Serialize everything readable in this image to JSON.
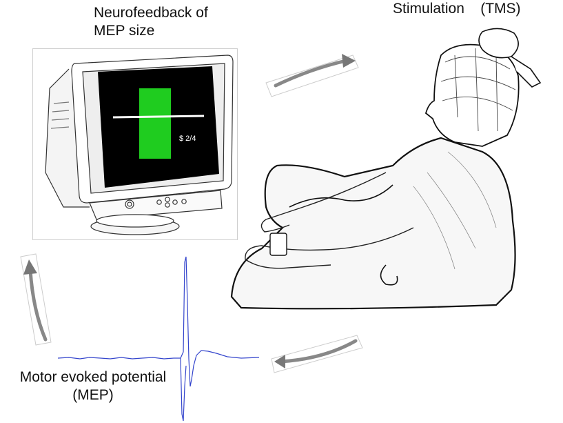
{
  "labels": {
    "title_line1": "Neurofeedback of",
    "title_line2": "MEP size",
    "stimulation": "Stimulation    (TMS)",
    "mep_line1": "Motor evoked potential",
    "mep_line2": "(MEP)"
  },
  "monitor": {
    "reward_text": "$ 2/4",
    "bar_color": "#1fcc1f",
    "screen_color": "#000000",
    "threshold_line_color": "#ffffff"
  },
  "trace": {
    "color": "#3344cc"
  },
  "icons": [
    "arrow-right-icon",
    "arrow-up-icon",
    "arrow-left-icon",
    "monitor-icon",
    "subject-illustration"
  ]
}
